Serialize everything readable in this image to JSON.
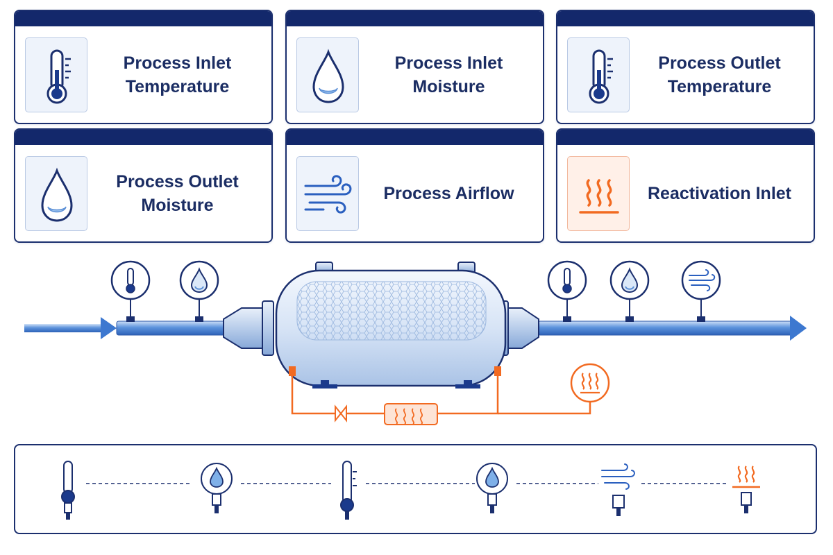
{
  "cards": [
    {
      "label_line1": "Process Inlet",
      "label_line2": "Temperature",
      "icon": "thermometer-icon"
    },
    {
      "label_line1": "Process Inlet",
      "label_line2": "Moisture",
      "icon": "water-drop-icon"
    },
    {
      "label_line1": "Process Outlet",
      "label_line2": "Temperature",
      "icon": "thermometer-icon"
    },
    {
      "label_line1": "Process Outlet",
      "label_line2": "Moisture",
      "icon": "water-drop-icon"
    },
    {
      "label_line1": "Process Airflow",
      "label_line2": "",
      "icon": "airflow-icon"
    },
    {
      "label_line1": "Reactivation Inlet",
      "label_line2": "",
      "icon": "heat-icon"
    }
  ],
  "colors": {
    "navy": "#13286b",
    "text": "#1b2d63",
    "pipe_blue": "#3d78d0",
    "reactivation_orange": "#f26a21"
  },
  "legend": {
    "items": [
      "thermometer-sensor-icon",
      "moisture-sensor-icon",
      "thermometer-sensor-icon",
      "moisture-sensor-icon",
      "airflow-sensor-icon",
      "heat-sensor-icon"
    ]
  }
}
